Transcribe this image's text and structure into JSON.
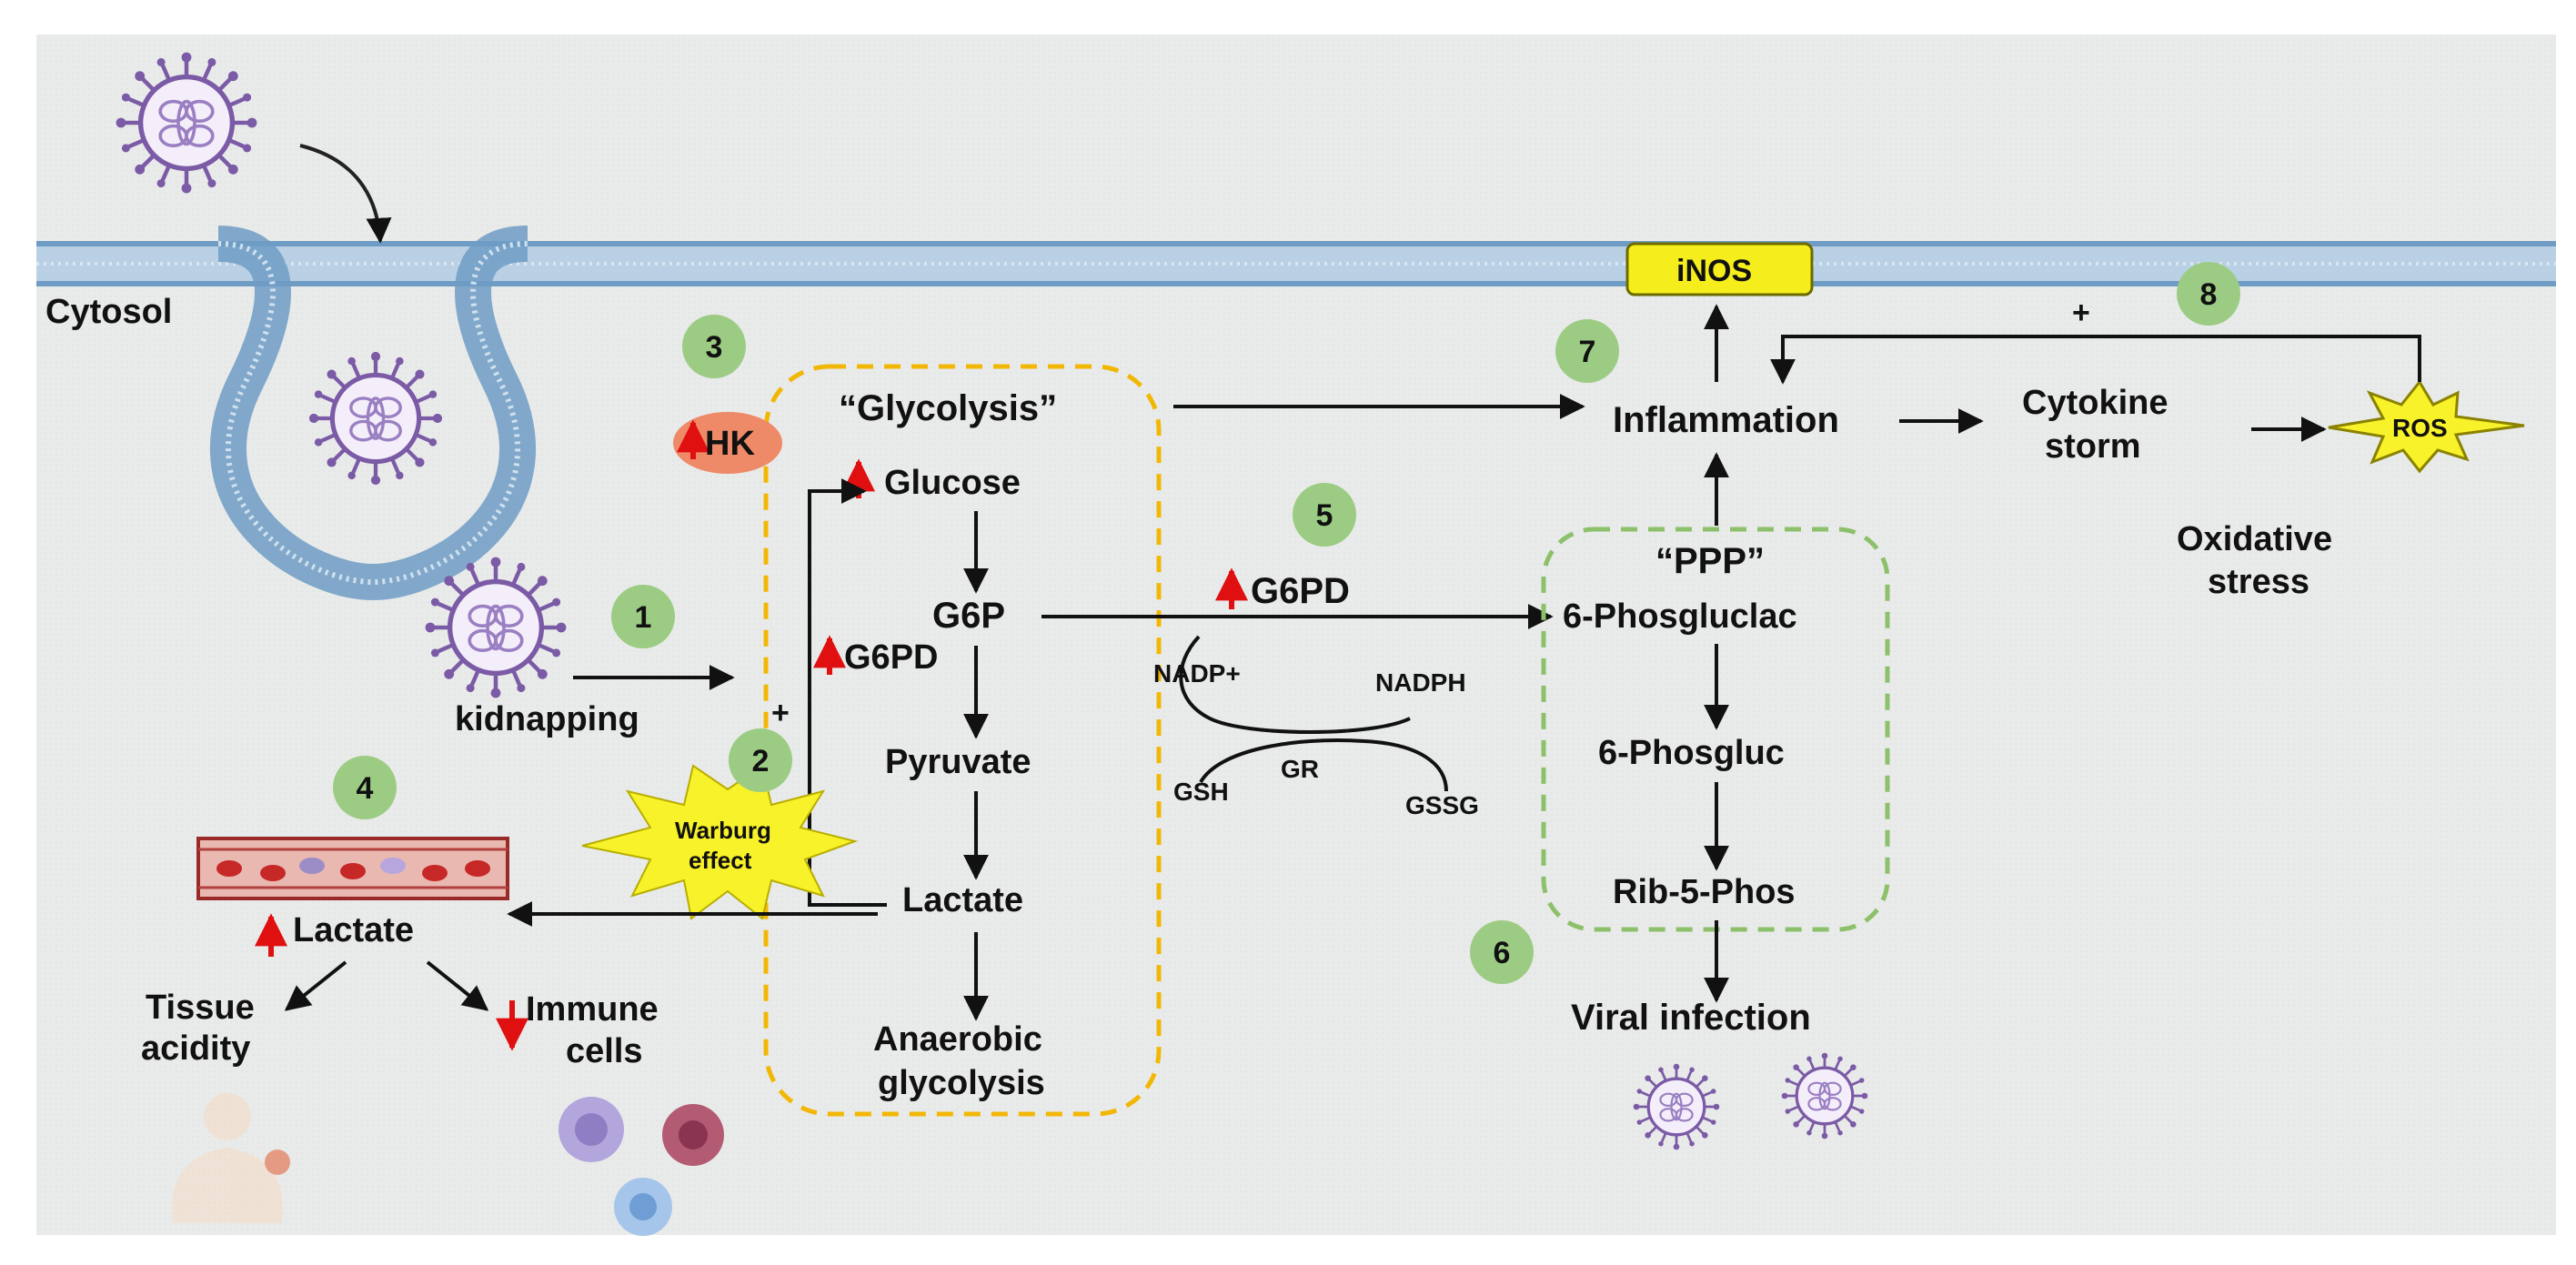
{
  "labels": {
    "cytosol": "Cytosol",
    "kidnapping": "kidnapping",
    "glycolysis": "“Glycolysis”",
    "hk": "HK",
    "glucose": "Glucose",
    "g6p": "G6P",
    "g6pd": "G6PD",
    "pyruvate": "Pyruvate",
    "lactate": "Lactate",
    "anaerobic_1": "Anaerobic",
    "anaerobic_2": "glycolysis",
    "warburg_1": "Warburg",
    "warburg_2": "effect",
    "plus": "+",
    "lactate_blood": "Lactate",
    "tissue_1": "Tissue",
    "tissue_2": "acidity",
    "immune_1": "Immune",
    "immune_2": "cells",
    "g6pd_cycle": "G6PD",
    "nadp_plus": "NADP+",
    "nadph": "NADPH",
    "gsh": "GSH",
    "gr": "GR",
    "gssg": "GSSG",
    "ppp": "“PPP”",
    "phosgluclac": "6-Phosgluclac",
    "phosgluc": "6-Phosgluc",
    "rib5phos": "Rib-5-Phos",
    "viral_infection": "Viral infection",
    "inos": "iNOS",
    "inflammation": "Inflammation",
    "cytokine_1": "Cytokine",
    "cytokine_2": "storm",
    "ros": "ROS",
    "oxidative_1": "Oxidative",
    "oxidative_2": "stress"
  },
  "steps": [
    "1",
    "2",
    "3",
    "4",
    "5",
    "6",
    "7",
    "8"
  ],
  "colors": {
    "step_circle": "#9ccc84",
    "glycolysis_border": "#f2b705",
    "ppp_border": "#8dc06a",
    "hk_fill": "#ee8a68",
    "inos_fill": "#f5ee1c",
    "starburst": "#f8f22a",
    "up_arrow": "#e01010",
    "virus": "#7b5aa6",
    "membrane": "#8fb6d6"
  }
}
